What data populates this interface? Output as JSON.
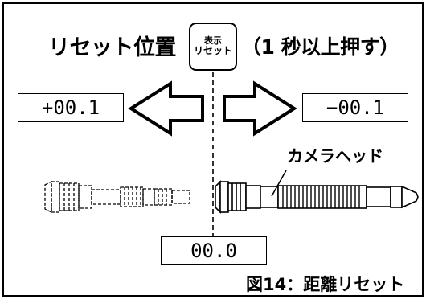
{
  "header": {
    "reset_position": "リセット位置",
    "button_line1": "表示",
    "button_line2": "リセット",
    "hold_instruction": "（1 秒以上押す）"
  },
  "values": {
    "left": "+00.1",
    "right": "−00.1",
    "center": "00.0"
  },
  "labels": {
    "camera_head": "カメラヘッド"
  },
  "caption": "図14：距離リセット"
}
